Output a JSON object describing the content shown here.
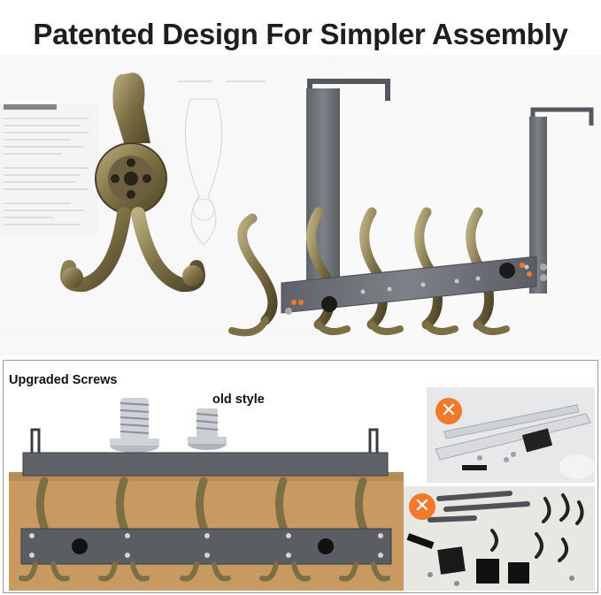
{
  "header": {
    "title": "Patented Design For Simpler Assembly"
  },
  "comparison": {
    "upgraded_label": "Upgraded Screws",
    "old_label": "old style",
    "reject_mark": "✕"
  },
  "colors": {
    "bronze": "#8a7a52",
    "rack_gray": "#6f7278",
    "reject_orange": "#f07a2a",
    "cardboard": "#c89a62"
  }
}
